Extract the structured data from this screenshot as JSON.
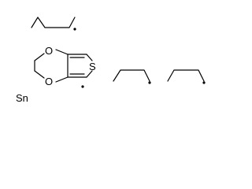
{
  "molecule": {
    "atoms": {
      "oxygen_top": "O",
      "oxygen_bottom": "O",
      "sulfur": "S",
      "tin": "Sn"
    },
    "colors": {
      "bond": "#000000",
      "label": "#000000",
      "background": "#ffffff"
    }
  }
}
